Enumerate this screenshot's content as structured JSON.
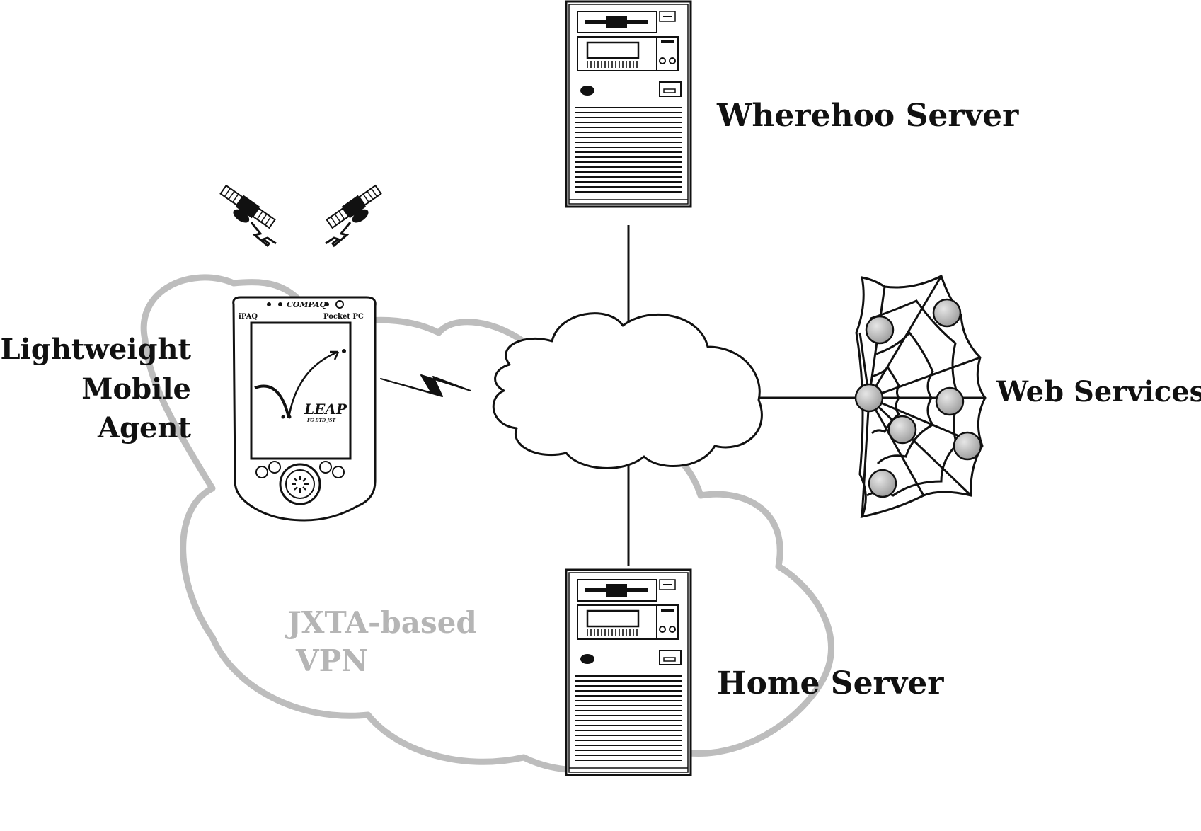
{
  "labels": {
    "wherehoo_server": "Wherehoo Server",
    "web_services": "Web Services",
    "home_server": "Home Server",
    "agent_line1": "Lightweight",
    "agent_line2": "Mobile",
    "agent_line3": "Agent",
    "vpn_line1": "JXTA-based",
    "vpn_line2": "VPN"
  },
  "device": {
    "brand": "COMPAQ",
    "model": "iPAQ",
    "platform": "Pocket PC",
    "logo": "LEAP",
    "logo_sub": "FG   BTD   JST"
  },
  "icons": [
    "satellite-icon",
    "satellite-icon",
    "server-icon",
    "server-icon",
    "pda-icon",
    "web-icon",
    "cloud-icon",
    "lightning-icon"
  ],
  "colors": {
    "ink": "#111111",
    "vpn_cloud": "#bdbdbd",
    "vpn_text": "#b5b5b5",
    "node_fill": "#b8b8b8"
  }
}
